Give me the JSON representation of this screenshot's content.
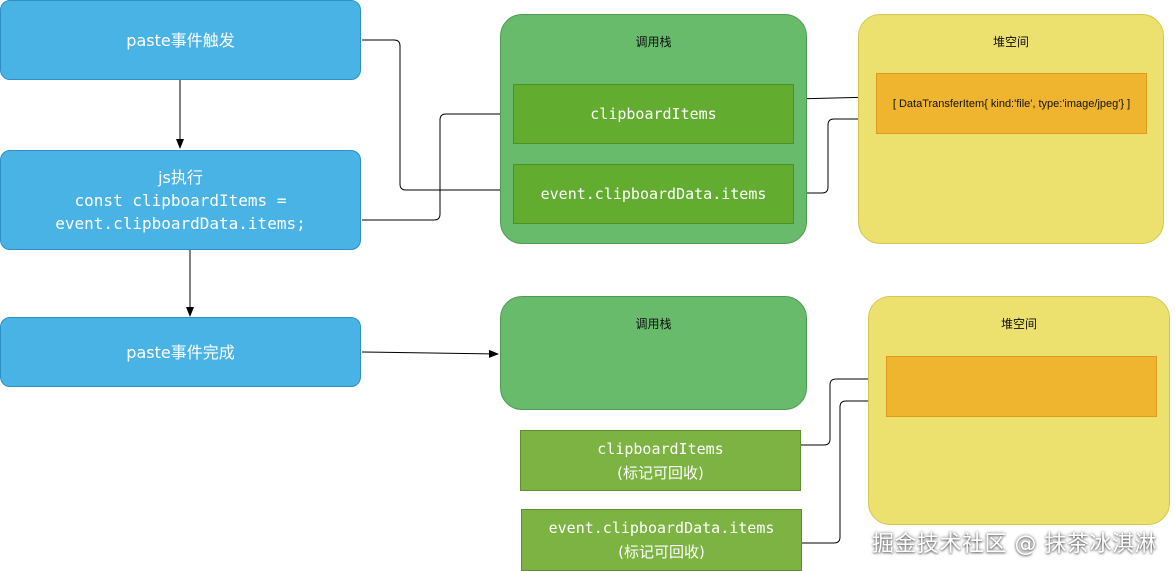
{
  "flow": {
    "step1": "paste事件触发",
    "step2": {
      "line1": "js执行",
      "line2": "const clipboardItems =",
      "line3": "event.clipboardData.items;"
    },
    "step3": "paste事件完成"
  },
  "top": {
    "stack_title": "调用栈",
    "heap_title": "堆空间",
    "var1": "clipboardItems",
    "var2": "event.clipboardData.items",
    "heap_object": "[ DataTransferItem{ kind:'file', type:'image/jpeg'} ]"
  },
  "bottom": {
    "stack_title": "调用栈",
    "heap_title": "堆空间",
    "var1": "clipboardItems",
    "var1_note": "(标记可回收)",
    "var2": "event.clipboardData.items",
    "var2_note": "(标记可回收)",
    "heap_object": ""
  },
  "watermark": "掘金技术社区 @ 抹茶冰淇淋",
  "colors": {
    "flow_box": "#4ab3e6",
    "stack_panel": "#67bb6b",
    "heap_panel": "#ece06e",
    "variable_box": "#62ac30",
    "heap_object": "#f0b52e"
  }
}
